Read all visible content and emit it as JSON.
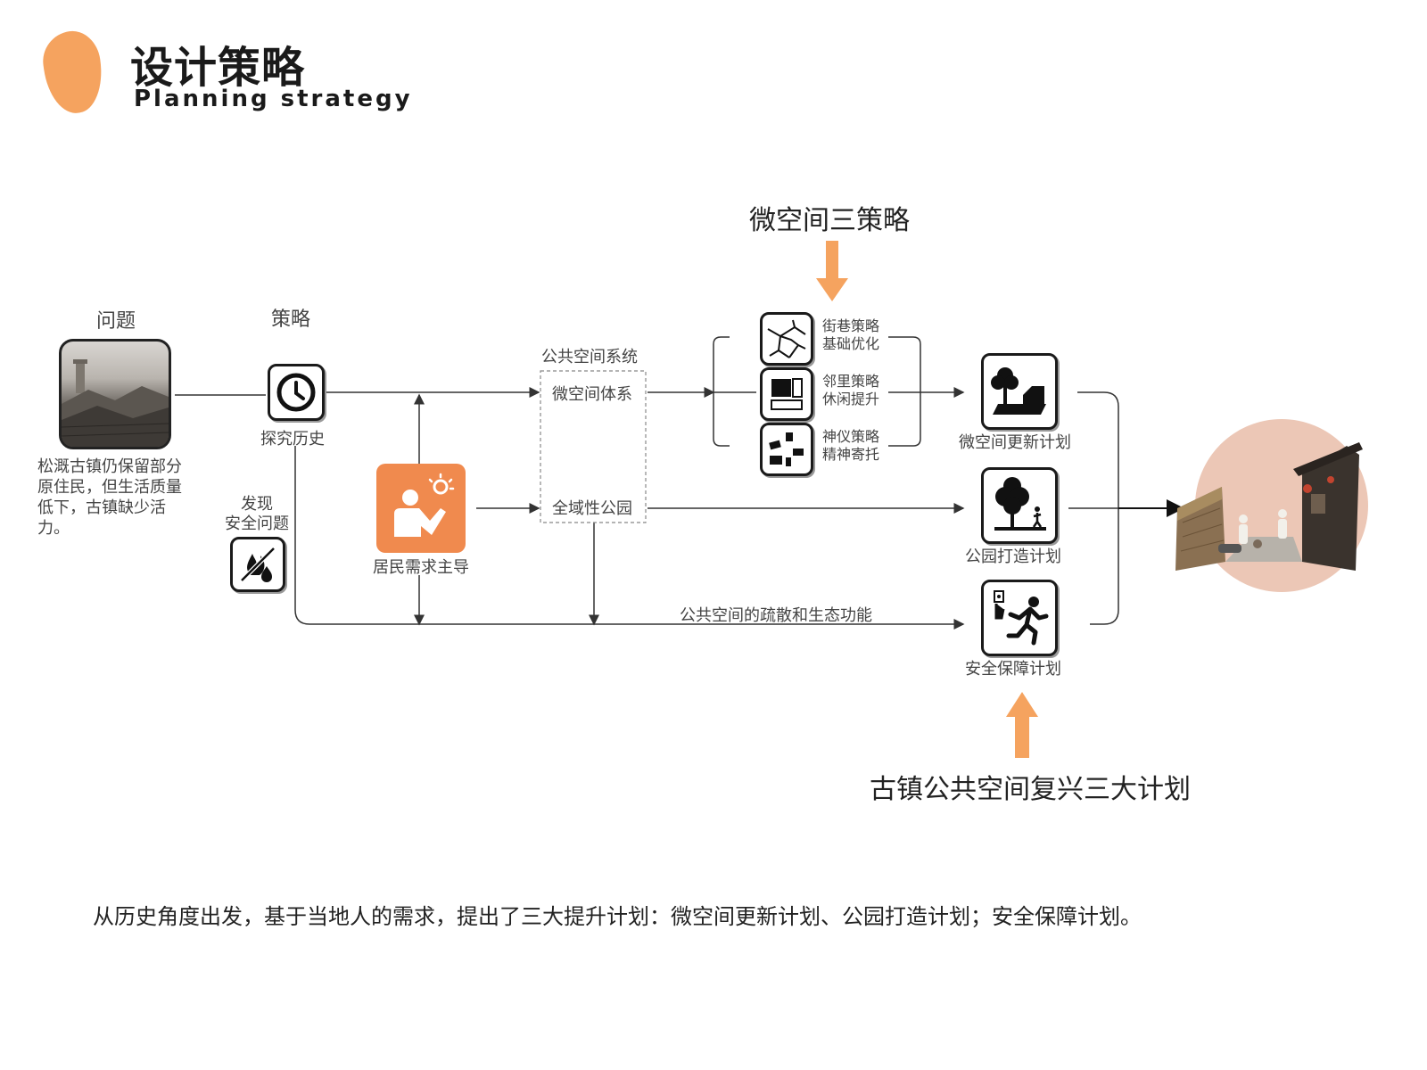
{
  "header": {
    "title_cn": "设计策略",
    "title_en": "Planning strategy",
    "accent_color": "#f5a35f"
  },
  "diagram": {
    "top_strategy_label": "微空间三策略",
    "bottom_plan_label": "古镇公共空间复兴三大计划",
    "problem_header": "问题",
    "strategy_header": "策略",
    "problem_text": "松溉古镇仍保留部分原住民，但生活质量低下，古镇缺少活力。",
    "history_label": "探究历史",
    "safety_issue_label": "发现\n安全问题",
    "resident_label": "居民需求主导",
    "public_space_system": "公共空间系统",
    "micro_space_system": "微空间体系",
    "citywide_park": "全域性公园",
    "evac_label": "公共空间的疏散和生态功能",
    "micro_strategies": [
      {
        "l1": "街巷策略",
        "l2": "基础优化"
      },
      {
        "l1": "邻里策略",
        "l2": "休闲提升"
      },
      {
        "l1": "神仪策略",
        "l2": "精神寄托"
      }
    ],
    "plans": [
      {
        "label": "微空间更新计划"
      },
      {
        "label": "公园打造计划"
      },
      {
        "label": "安全保障计划"
      }
    ]
  },
  "footer": {
    "caption": "从历史角度出发，基于当地人的需求，提出了三大提升计划：微空间更新计划、公园打造计划；安全保障计划。"
  }
}
